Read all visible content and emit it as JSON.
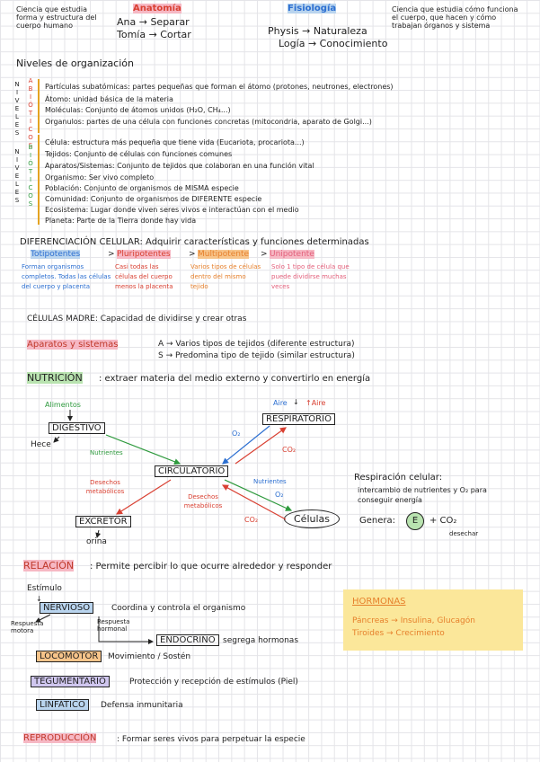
{
  "header": {
    "left_def": "Ciencia que estudia forma y estructura del cuerpo humano",
    "anatomia_title": "Anatomía",
    "anatomia_row1": "Ana → Separar",
    "anatomia_row2": "Tomía → Cortar",
    "fisiologia_title": "Fisiología",
    "fisiologia_row1": "Physis → Naturaleza",
    "fisiologia_row2": "Logía → Conocimiento",
    "right_def": "Ciencia que estudia cómo funciona el cuerpo, que hacen y cómo trabajan órganos y sistema"
  },
  "niveles": {
    "title": "Niveles de organización",
    "abioticos_label": "ABIÓTICOS",
    "bioticos_label": "BIÓTICOS",
    "side_label": "NIVELES",
    "abioticos": [
      "Partículas subatómicas: partes pequeñas que forman el átomo (protones, neutrones, electrones)",
      "Átomo: unidad básica de la materia",
      "Moléculas: Conjunto de átomos unidos (H₂O, CH₄...)",
      "Organulos: partes de una célula con funciones concretas (mitocondria, aparato de Golgi...)"
    ],
    "bioticos": [
      "Célula: estructura más pequeña que tiene vida (Eucariota, procariota...)",
      "Tejidos: Conjunto de células con funciones comunes",
      "Aparatos/Sistemas: Conjunto de tejidos que colaboran en una función vital",
      "Organismo: Ser vivo completo",
      "Población: Conjunto de organismos de MISMA especie",
      "Comunidad: Conjunto de organismos de DIFERENTE especie",
      "Ecosistema: Lugar donde viven seres vivos e interactúan con el medio",
      "Planeta: Parte de la Tierra donde hay vida"
    ]
  },
  "diferenciacion": {
    "title": "DIFERENCIACIÓN CELULAR: Adquirir características y funciones determinadas",
    "t1": "Totipotentes",
    "t2": "Pluripotentes",
    "t3": "Multipotente",
    "t4": "Unipotente",
    "d1": "Forman organismos completos. Todas las células del cuerpo y placenta",
    "d2": "Casi todas las células del cuerpo menos la placenta",
    "d3": "Varios tipos de células dentro del mismo tejido",
    "d4": "Solo 1 tipo de célula que puede dividirse muchas veces"
  },
  "madre": "CÉLULAS MADRE: Capacidad de dividirse y crear otras",
  "aparatos": {
    "title": "Aparatos y sistemas",
    "a": "A → Varios tipos de tejidos (diferente estructura)",
    "s": "S → Predomina tipo de tejido (similar estructura)"
  },
  "nutricion": {
    "title": "NUTRICIÓN",
    "def": ": extraer materia del medio externo y convertirlo en energía",
    "alimentos": "Alimentos",
    "digestivo": "DIGESTIVO",
    "hece": "Hece",
    "nutrientes1": "Nutrientes",
    "aire": "Aire",
    "aire2": "↑Aire",
    "respiratorio": "RESPIRATORIO",
    "o2a": "O₂",
    "co2a": "CO₂",
    "circulatorio": "CIRCULATORIO",
    "desechos1": "Desechos metabólicos",
    "desechos2": "Desechos metabólicos",
    "nutrientes2": "Nutrientes",
    "o2b": "O₂",
    "co2b": "CO₂",
    "excretor": "EXCRETOR",
    "orina": "orina",
    "celulas": "Células",
    "resp_title": "Respiración celular:",
    "resp_def": "intercambio de nutrientes y O₂ para conseguir energía",
    "genera": "Genera:",
    "e": "E",
    "co2c": "+ CO₂",
    "desechar": "desechar"
  },
  "relacion": {
    "title": "RELACIÓN",
    "def": ": Permite percibir lo que ocurre alrededor y responder",
    "estimulo": "Estímulo",
    "nervioso": "NERVIOSO",
    "nervioso_def": "Coordina y controla el organismo",
    "resp_motora": "Respuesta motora",
    "resp_hormonal": "Respuesta hormonal",
    "endocrino": "ENDOCRINO",
    "endocrino_def": "segrega hormonas",
    "locomotor": "LOCOMOTOR",
    "locomotor_def": "Movimiento / Sostén",
    "tegumentario": "TEGUMENTARIO",
    "tegumentario_def": "Protección y recepción de estímulos (Piel)",
    "linfatico": "LINFÁTICO",
    "linfatico_def": "Defensa inmunitaria",
    "hormonas_title": "HORMONAS",
    "hormonas_1": "Páncreas → Insulina, Glucagón",
    "hormonas_2": "Tiroides → Crecimiento"
  },
  "reproduccion": {
    "title": "REPRODUCCIÓN",
    "def": ": Formar seres vivos para perpetuar la especie"
  }
}
